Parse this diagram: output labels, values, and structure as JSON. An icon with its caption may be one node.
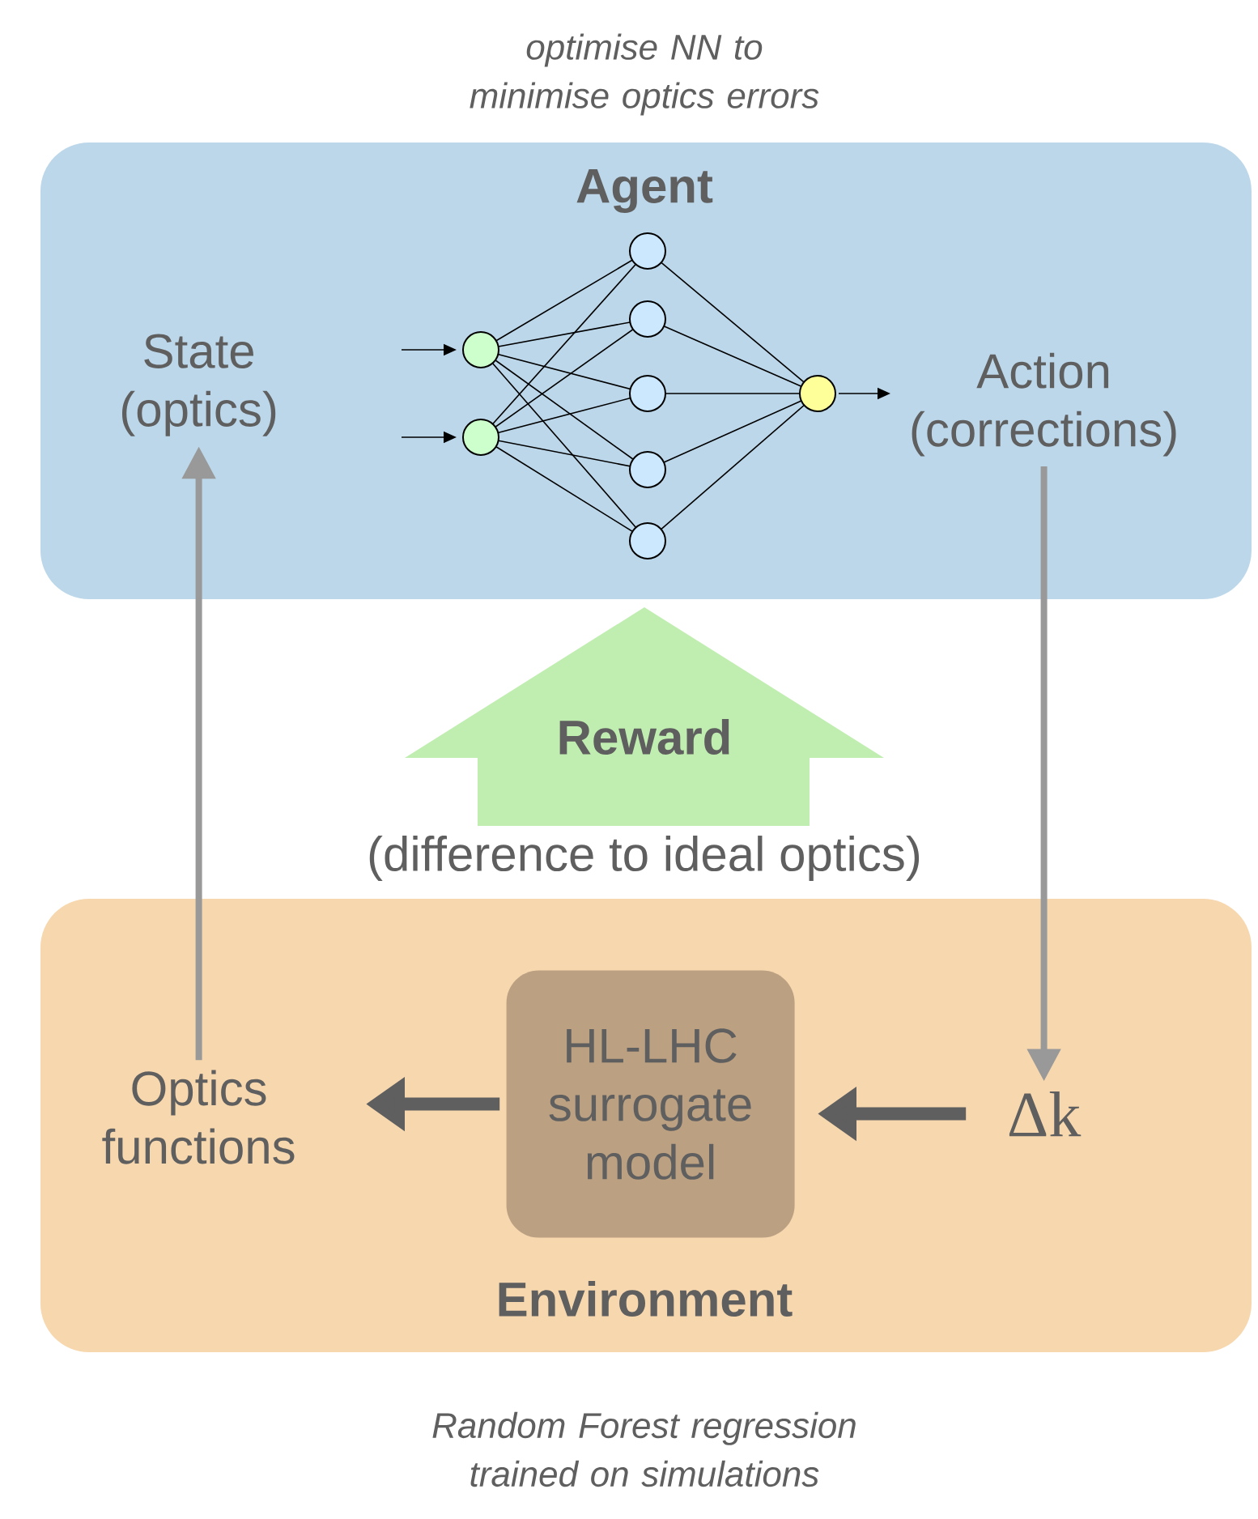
{
  "diagram": {
    "nodes": [
      {
        "text": [
          "Agent"
        ],
        "beside": [
          "optimise NN to minimise optics errors"
        ]
      },
      {
        "text": [
          "State (optics)"
        ],
        "in": 0
      },
      {
        "text": [
          "Action (corrections)"
        ],
        "in": 0
      },
      {
        "text": [
          "Reward"
        ],
        "beside": [
          "(difference to ideal optics)"
        ]
      },
      {
        "text": [
          "Environment"
        ],
        "beside": [
          "Random Forest regression trained on simulations"
        ]
      },
      {
        "text": [
          "Optics functions"
        ],
        "in": 4
      },
      {
        "text": [
          "HL-LHC surrogate model"
        ],
        "in": 4
      },
      {
        "text": [
          "Δk"
        ],
        "in": 4
      }
    ],
    "edges": [
      {
        "from": 2,
        "to": 7,
        "arrow": "to"
      },
      {
        "from": 7,
        "to": 6,
        "arrow": "to",
        "style": "thick",
        "color": "#5f5f5f"
      },
      {
        "from": 6,
        "to": 5,
        "arrow": "to",
        "style": "thick",
        "color": "#5f5f5f"
      },
      {
        "from": 5,
        "to": 1,
        "arrow": "to"
      }
    ]
  }
}
